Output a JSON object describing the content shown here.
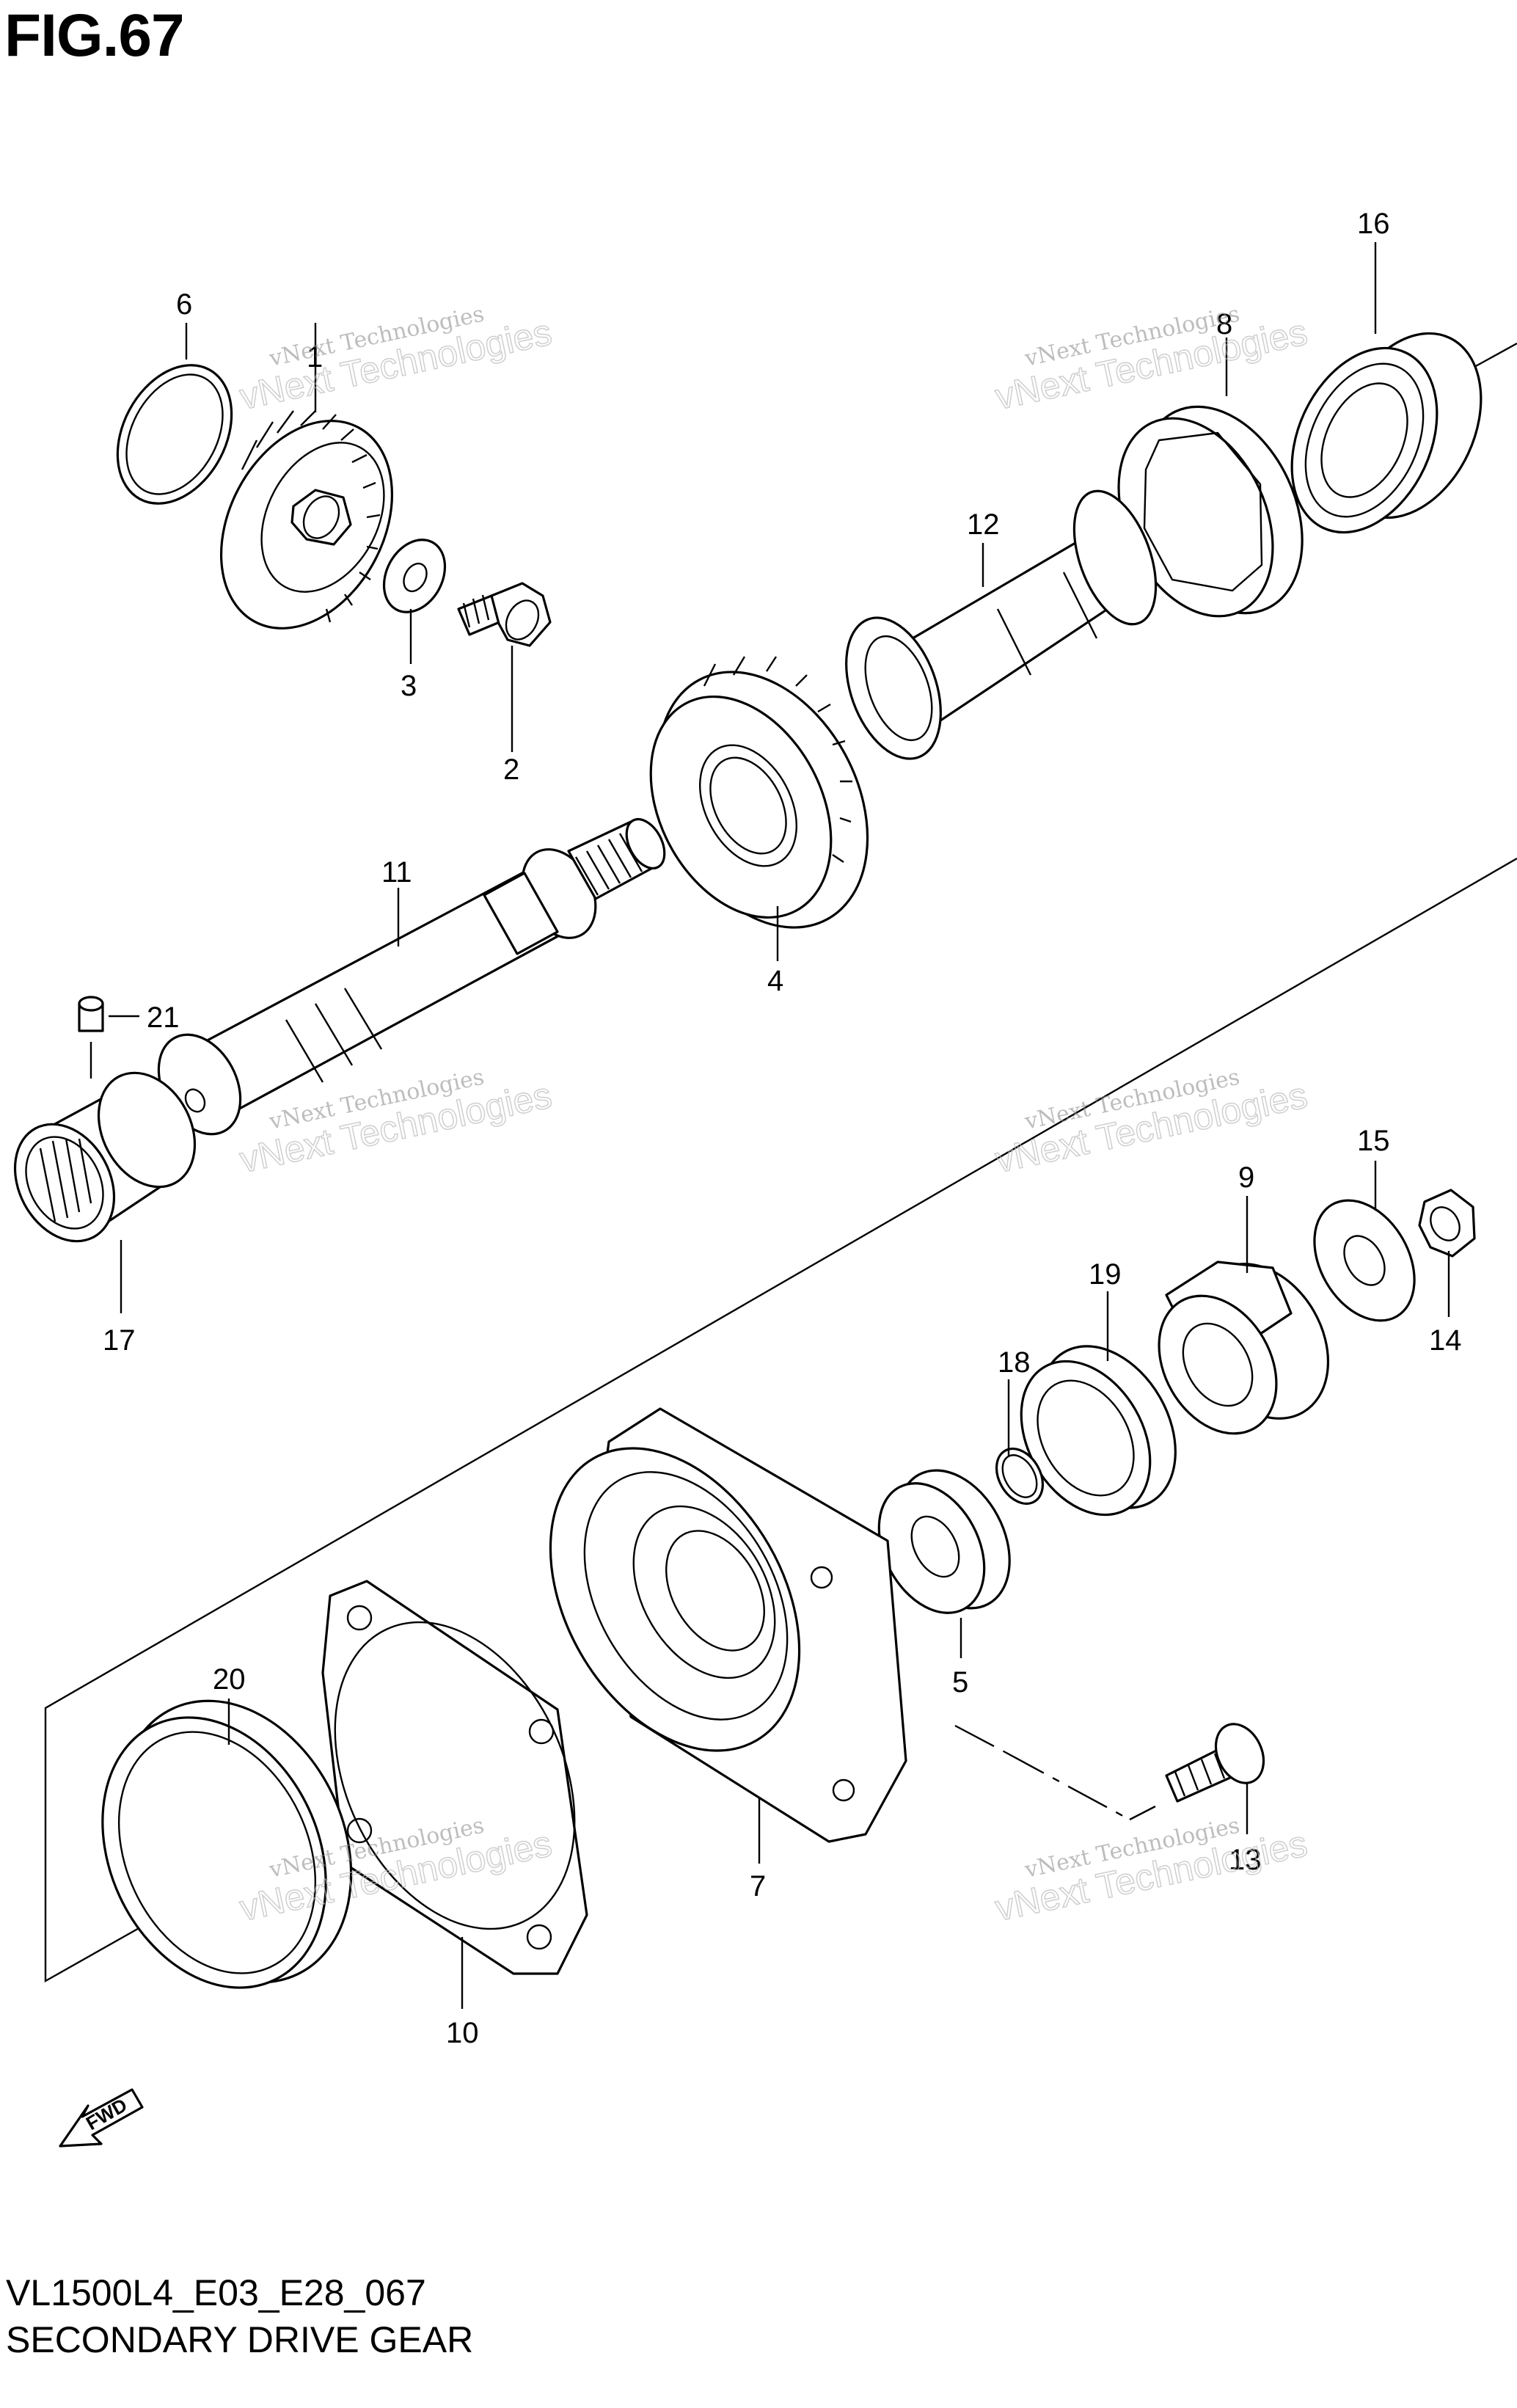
{
  "figure": {
    "title": "FIG.67",
    "model_code": "VL1500L4_E03_E28_067",
    "caption": "SECONDARY DRIVE GEAR"
  },
  "watermark": {
    "line1": "vNext Technologies",
    "line2": "vNext Technologies"
  },
  "fwd_label": "FWD",
  "callouts": [
    {
      "id": "c1",
      "label": "1"
    },
    {
      "id": "c2",
      "label": "2"
    },
    {
      "id": "c3",
      "label": "3"
    },
    {
      "id": "c4",
      "label": "4"
    },
    {
      "id": "c5",
      "label": "5"
    },
    {
      "id": "c6",
      "label": "6"
    },
    {
      "id": "c7",
      "label": "7"
    },
    {
      "id": "c8",
      "label": "8"
    },
    {
      "id": "c9",
      "label": "9"
    },
    {
      "id": "c10",
      "label": "10"
    },
    {
      "id": "c11",
      "label": "11"
    },
    {
      "id": "c12",
      "label": "12"
    },
    {
      "id": "c13",
      "label": "13"
    },
    {
      "id": "c14",
      "label": "14"
    },
    {
      "id": "c15",
      "label": "15"
    },
    {
      "id": "c16",
      "label": "16"
    },
    {
      "id": "c17",
      "label": "17"
    },
    {
      "id": "c18",
      "label": "18"
    },
    {
      "id": "c19",
      "label": "19"
    },
    {
      "id": "c20",
      "label": "20"
    },
    {
      "id": "c21",
      "label": "21"
    }
  ]
}
